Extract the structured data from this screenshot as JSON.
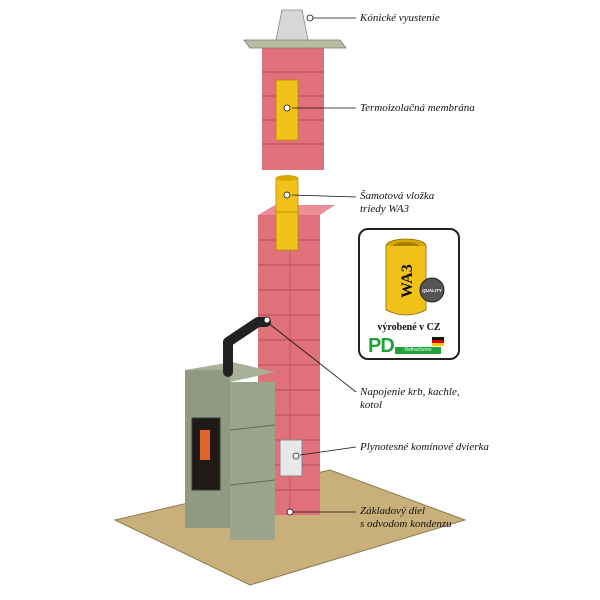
{
  "labels": {
    "cone": "Kónické vyustenie",
    "membrane": "Termoizolačná membrána",
    "liner_line1": "Šamotová vložka",
    "liner_line2": "triedy WA3",
    "connection_line1": "Napojenie krb, kachle,",
    "connection_line2": "kotol",
    "door": "Plynotesné komínové dvierka",
    "base_line1": "Základový diel",
    "base_line2": "s odvodom kondenzu"
  },
  "inset": {
    "tube_text": "WA3",
    "seal_text": "QUALITY",
    "caption": "výrobené v CZ",
    "brand": "PD",
    "brand_sub": "Refractories"
  },
  "colors": {
    "brick": "#e0707a",
    "brick_dark": "#b94a55",
    "liner": "#f2c21a",
    "stone": "#9aa58c",
    "floor": "#c9b07a",
    "cap": "#b8bfa0"
  }
}
